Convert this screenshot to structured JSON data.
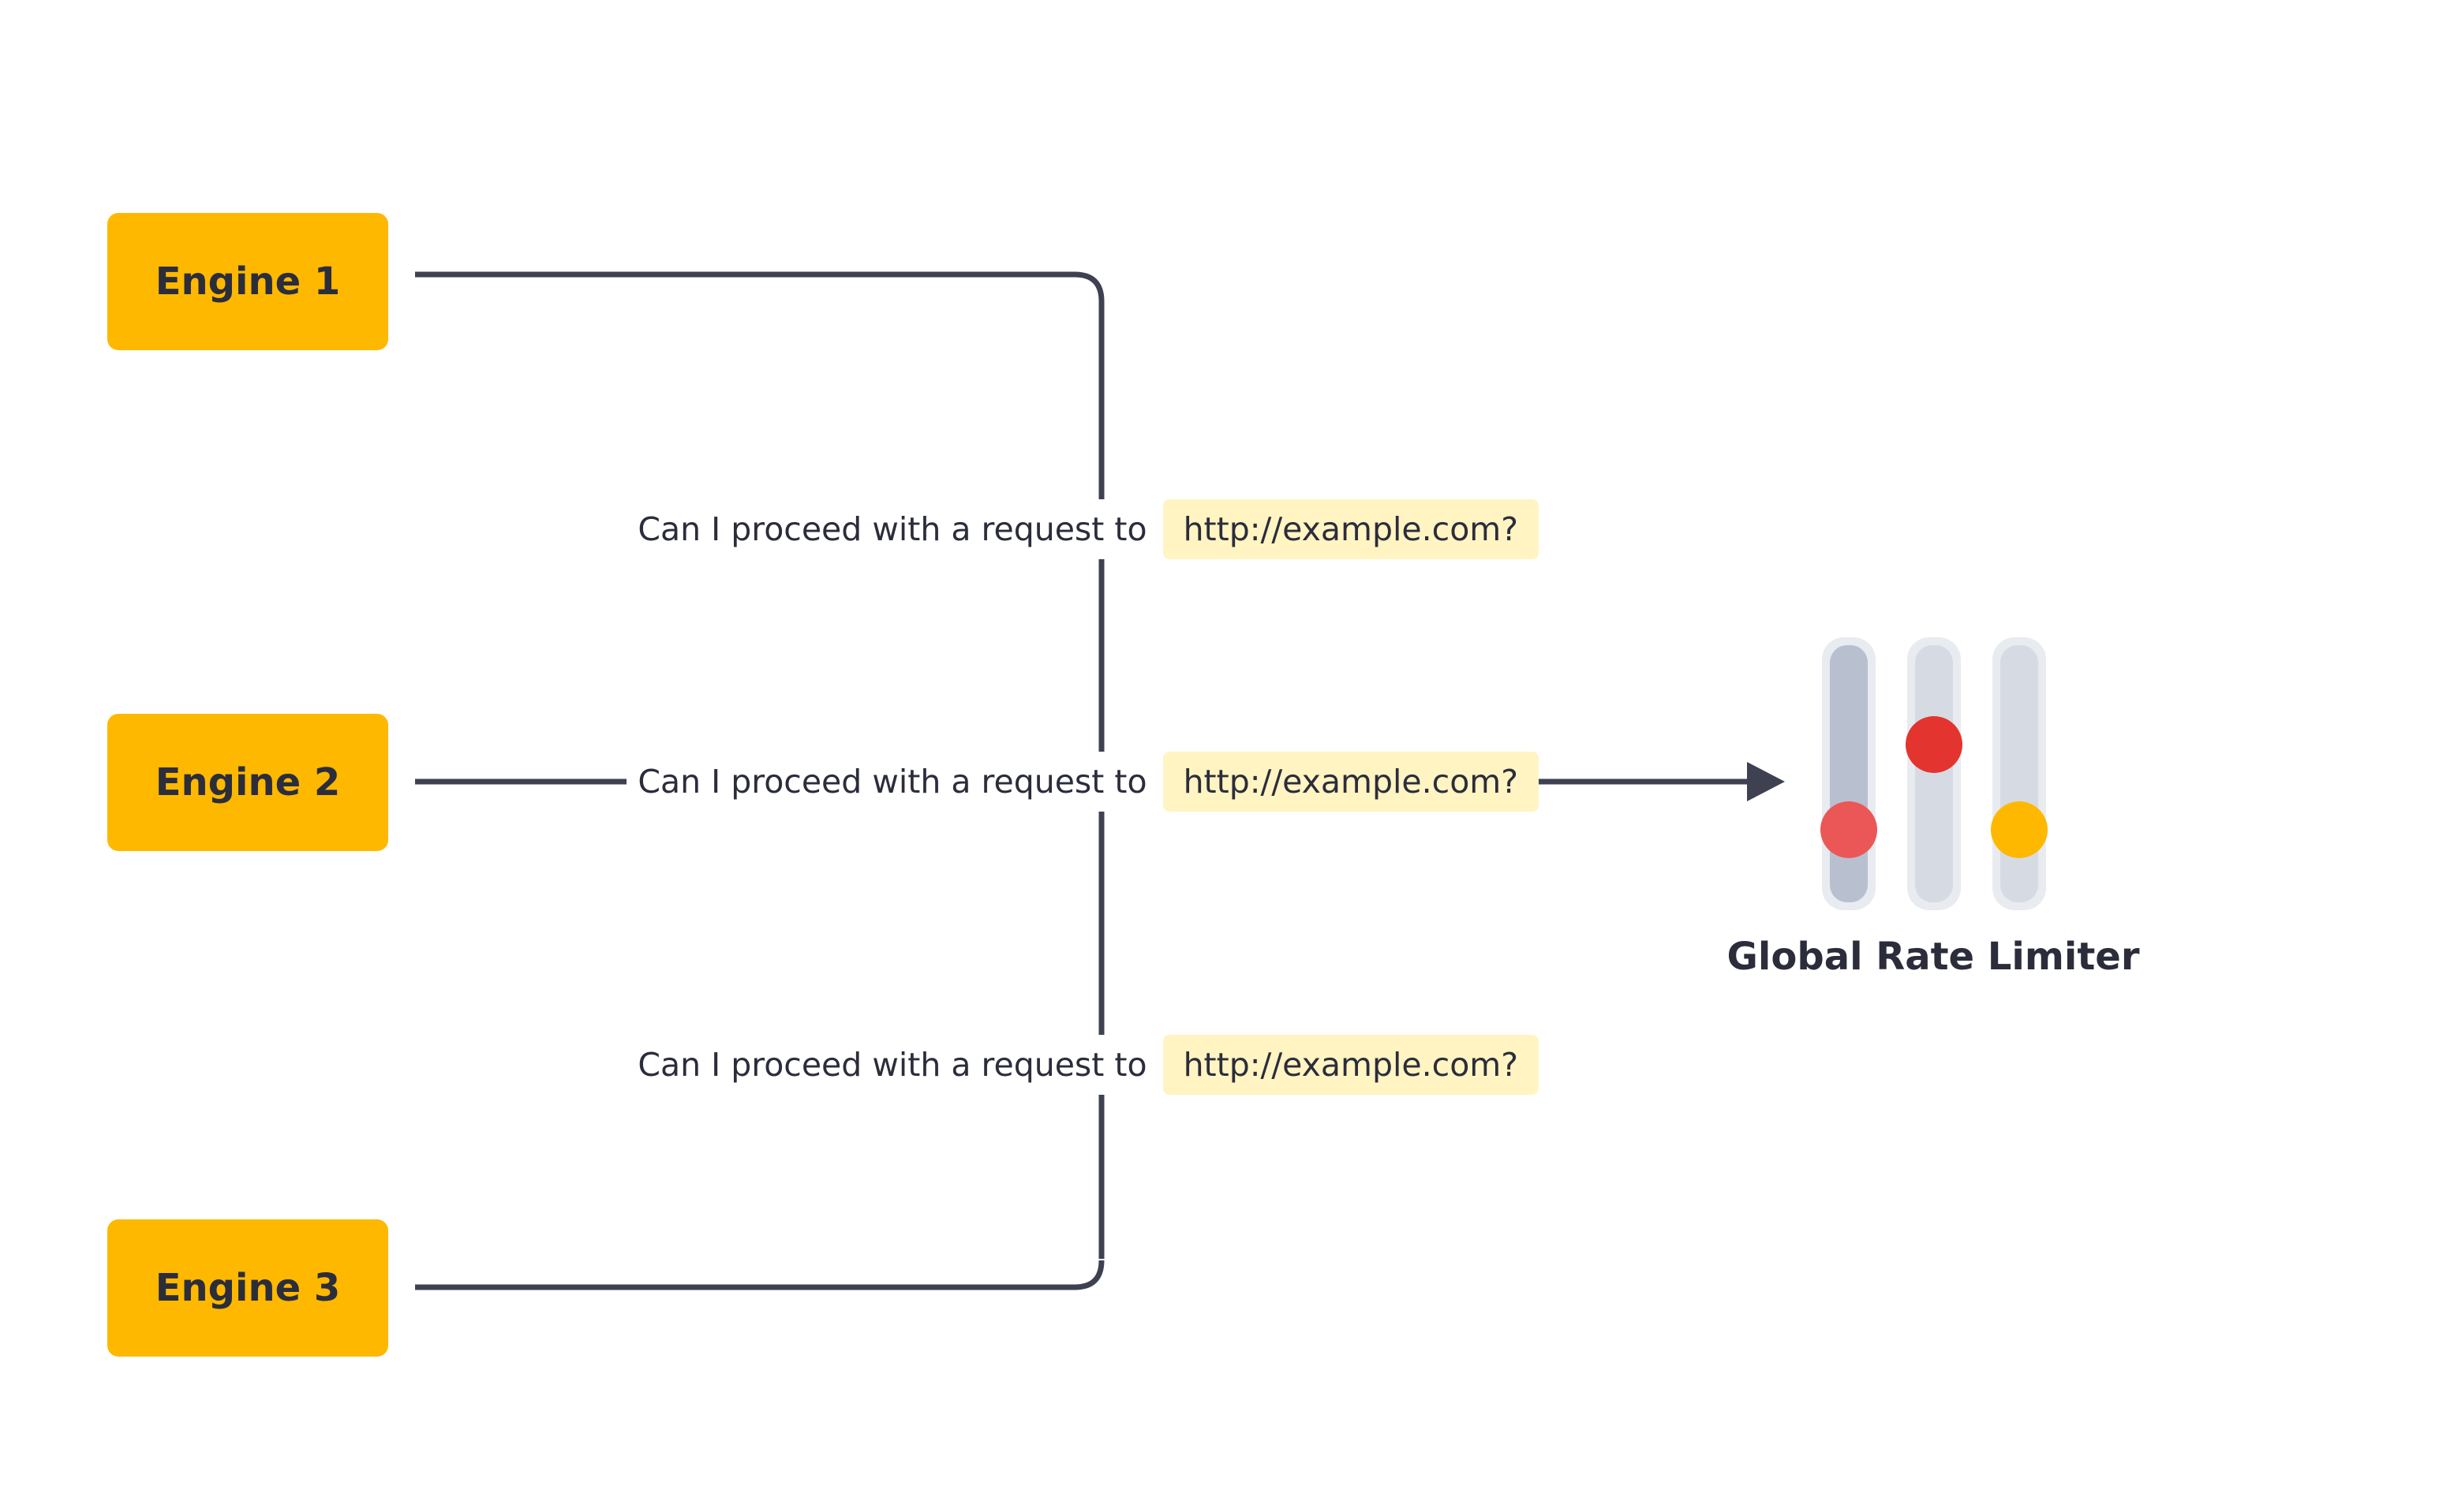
{
  "engines": [
    {
      "label": "Engine 1"
    },
    {
      "label": "Engine 2"
    },
    {
      "label": "Engine 3"
    }
  ],
  "questions": [
    {
      "text": "Can I proceed with a request to",
      "url": "http://example.com?"
    },
    {
      "text": "Can I proceed with a request to",
      "url": "http://example.com?"
    },
    {
      "text": "Can I proceed with a request to",
      "url": "http://example.com?"
    }
  ],
  "limiter": {
    "title": "Global Rate Limiter",
    "sliders": [
      {
        "knob_color": "#eb5757",
        "track_color": "#b8c0d0"
      },
      {
        "knob_color": "#e3342f",
        "track_color": "#d6dbe3"
      },
      {
        "knob_color": "#ffb800",
        "track_color": "#d6dbe3"
      }
    ]
  },
  "colors": {
    "engine": "#ffb800",
    "line": "#3e4152",
    "url_highlight": "#fff4c2",
    "text": "#2b2d3b"
  }
}
